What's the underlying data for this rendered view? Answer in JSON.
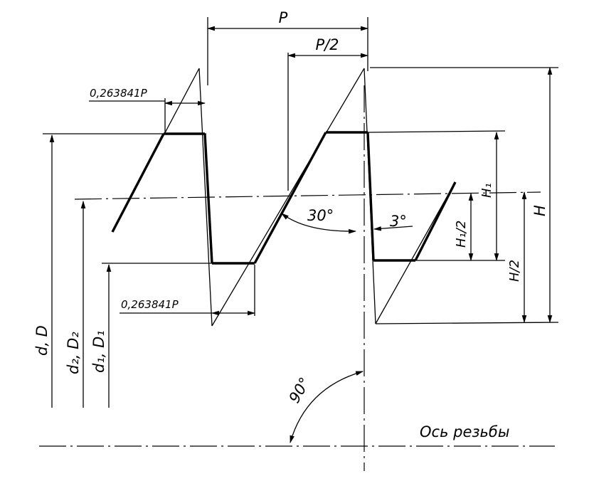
{
  "labels": {
    "pitch": "P",
    "half_pitch": "P/2",
    "crest_flat": "0,263841P",
    "root_flat": "0,263841P",
    "flank_angle": "30°",
    "back_angle": "3°",
    "right_angle": "90°",
    "major_diameter": "d, D",
    "pitch_diameter": "d₂, D₂",
    "minor_diameter": "d₁, D₁",
    "working_height": "H₁",
    "half_working_height": "H₁/2",
    "half_profile_height": "H/2",
    "profile_height": "H",
    "axis_caption": "Ось резьбы"
  }
}
